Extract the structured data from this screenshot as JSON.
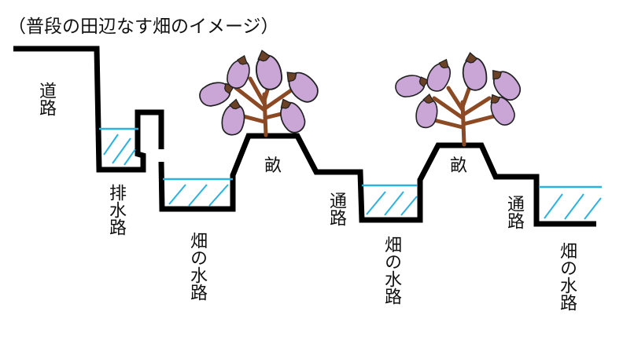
{
  "title": "（普段の田辺なす畑のイメージ）",
  "labels": {
    "road": "道路",
    "drain": "排水路",
    "field_water_1": "畑の水路",
    "ridge_1": "畝",
    "passage_1": "通路",
    "field_water_2": "畑の水路",
    "ridge_2": "畝",
    "passage_2": "通路",
    "field_water_3": "畑の水路"
  },
  "colors": {
    "ground": "#000000",
    "water": "#2ab2e0",
    "stem": "#8b4a24",
    "eggplant": "#c9a6d6",
    "calyx": "#6b4226"
  },
  "icons": [
    "eggplant-plant-icon",
    "eggplant-plant-icon"
  ]
}
